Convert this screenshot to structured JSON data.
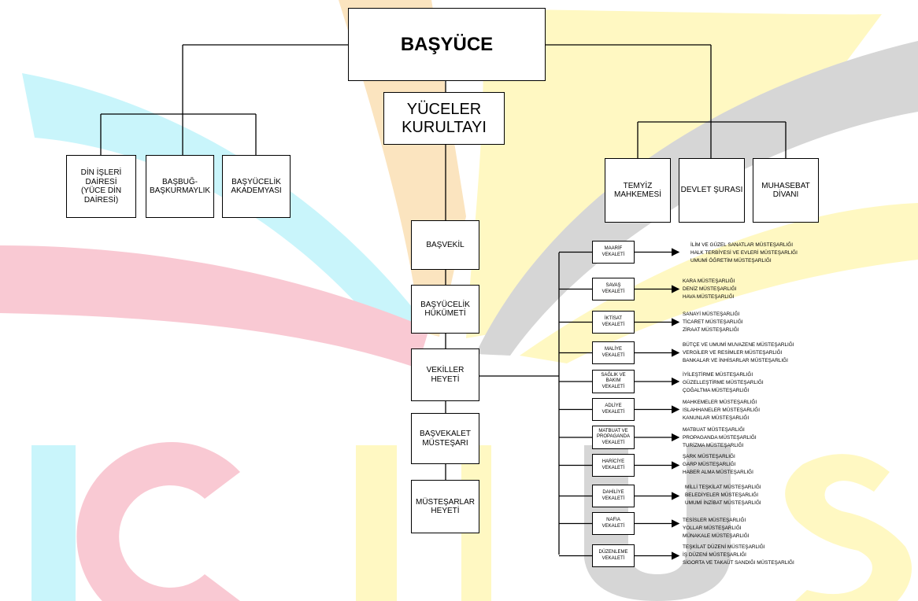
{
  "colors": {
    "cyan": "#c9f5fb",
    "pink": "#f9c9d3",
    "yellow": "#fff8c2",
    "orange": "#fbe4bf",
    "gray": "#d6d6d6",
    "line": "#000000"
  },
  "watermark": {
    "letters": [
      "I",
      "C",
      "H",
      "U",
      "S"
    ]
  },
  "top": {
    "title": "BAŞYÜCE"
  },
  "kurultay": {
    "label": "YÜCELER\nKURULTAYI"
  },
  "left_units": [
    {
      "label": "DİN İŞLERİ DAİRESİ\n(YÜCE DİN DAİRESİ)"
    },
    {
      "label": "BAŞBUĞ-\nBAŞKURMAYLIK"
    },
    {
      "label": "BAŞYÜCELİK\nAKADEMYASI"
    }
  ],
  "right_units": [
    {
      "label": "TEMYİZ\nMAHKEMESİ"
    },
    {
      "label": "DEVLET ŞURASI"
    },
    {
      "label": "MUHASEBAT\nDİVANI"
    }
  ],
  "center_chain": [
    {
      "label": "BAŞVEKİL"
    },
    {
      "label": "BAŞYÜCELİK\nHÜKÜMETİ"
    },
    {
      "label": "VEKİLLER HEYETİ"
    },
    {
      "label": "BAŞVEKALET\nMÜSTEŞARI"
    },
    {
      "label": "MÜSTEŞARLAR\nHEYETİ"
    }
  ],
  "ministries": [
    {
      "name": "MAARİF\nVEKALETİ",
      "units": "İLİM VE GÜZEL SANATLAR MÜSTEŞARLIĞI\nHALK TERBİYESİ VE EVLERİ MÜSTEŞARLIĞI\nUMUMİ ÖĞRETİM MÜSTEŞARLIĞI"
    },
    {
      "name": "SAVAŞ\nVEKALETİ",
      "units": "KARA MÜSTEŞARLIĞI\nDENİZ MÜSTEŞARLIĞI\nHAVA MÜSTEŞARLIĞI"
    },
    {
      "name": "İKTİSAT\nVEKALETİ",
      "units": "SANAYİ MÜSTEŞARLIĞI\nTİCARET MÜSTEŞARLIĞI\nZİRAAT MÜSTEŞARLIĞI"
    },
    {
      "name": "MALİYE\nVEKALETİ",
      "units": "BÜTÇE VE UMUMİ MUVAZENE MÜSTEŞARLIĞI\nVERGİLER VE RESİMLER MÜSTEŞARLIĞI\nBANKALAR VE İNHİSARLAR MÜSTEŞARLIĞI"
    },
    {
      "name": "SAĞLIK VE\nBAKIM\nVEKALETİ",
      "units": "İYİLEŞTİRME MÜSTEŞARLIĞI\nGÜZELLEŞTİRME MÜSTEŞARLIĞI\nÇOĞALTMA MÜSTEŞARLIĞI"
    },
    {
      "name": "ADLİYE\nVEKALETİ",
      "units": "MAHKEMELER MÜSTEŞARLIĞI\nISLAHHANELER MÜSTEŞARLIĞI\nKANUNLAR MÜSTEŞARLIĞI"
    },
    {
      "name": "MATBUAT VE\nPROPAGANDA\nVEKALETİ",
      "units": "MATBUAT MÜSTEŞARLIĞI\nPROPAGANDA MÜSTEŞARLIĞI\nTURİZMA MÜSTEŞARLIĞI"
    },
    {
      "name": "HARİCİYE\nVEKALETİ",
      "units": "ŞARK MÜSTEŞARLIĞI\nGARP MÜSTEŞARLIĞI\nHABER ALMA MÜSTEŞARLIĞI"
    },
    {
      "name": "DAHİLİYE\nVEKALETİ",
      "units": "MİLLİ TEŞKİLAT MÜSTEŞARLIĞI\nBELEDİYELER MÜSTEŞARLIĞI\nUMUMİ İNZİBAT MÜSTEŞARLIĞI"
    },
    {
      "name": "NAFIA\nVEKALETİ",
      "units": "TESİSLER MÜSTEŞARLIĞI\nYOLLAR MÜSTEŞARLIĞI\nMÜNAKALE MÜSTEŞARLIĞI"
    },
    {
      "name": "DÜZENLEME\nVEKALETİ",
      "units": "TEŞKİLAT DÜZENİ MÜSTEŞARLIĞI\nİŞ DÜZENİ MÜSTEŞARLIĞI\nSİGORTA VE TAKAÜT SANDIĞI MÜSTEŞARLIĞI"
    }
  ]
}
